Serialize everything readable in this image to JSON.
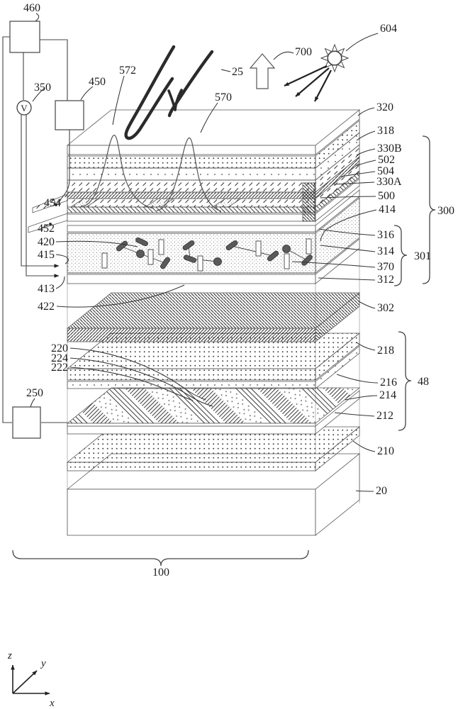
{
  "diagram": {
    "voltmeter_symbol": "V",
    "axis": {
      "x": "x",
      "y": "y",
      "z": "z"
    },
    "refs": {
      "460": "460",
      "350": "350",
      "450": "450",
      "572": "572",
      "570": "570",
      "25": "25",
      "700": "700",
      "604": "604",
      "320": "320",
      "318": "318",
      "330B": "330B",
      "502": "502",
      "504": "504",
      "330A": "330A",
      "500": "500",
      "414": "414",
      "316": "316",
      "314": "314",
      "370": "370",
      "312": "312",
      "302": "302",
      "218": "218",
      "216": "216",
      "214": "214",
      "212": "212",
      "210": "210",
      "20": "20",
      "300": "300",
      "301": "301",
      "48": "48",
      "454": "454",
      "452": "452",
      "420": "420",
      "415": "415",
      "413": "413",
      "422": "422",
      "220": "220",
      "224": "224",
      "222": "222",
      "250": "250",
      "100": "100"
    }
  }
}
